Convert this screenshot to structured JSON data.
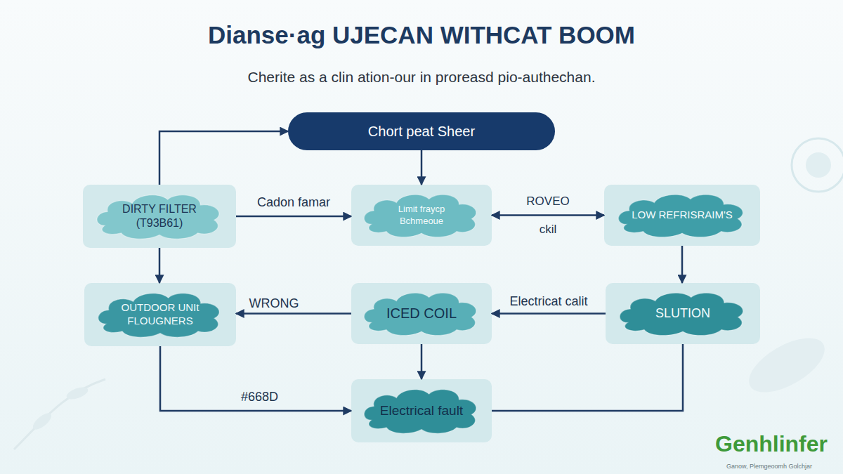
{
  "diagram": {
    "title": "Dianse·ag UJECAN WITHCAT BOOM",
    "caption": "Cherite as a clin ation-our in proreasd pio-authechan.",
    "nodes": [
      {
        "text": [
          "Chort peat Sheer"
        ]
      },
      {
        "text": [
          "DIRTY FILTER (T93B61)"
        ]
      },
      {
        "text": [
          "Limit fraycp Bchmeoue"
        ]
      },
      {
        "text": [
          "LOW REFRISRAIM'S"
        ]
      },
      {
        "text": [
          "OUTDOOR UNIt FLOUGNERS"
        ]
      },
      {
        "text": [
          "ICED COIL"
        ]
      },
      {
        "text": [
          "SLUTION"
        ]
      },
      {
        "text": [
          "Electrical fault"
        ]
      }
    ],
    "edges": [
      {
        "from": 1,
        "to": 0,
        "arrow": "to"
      },
      {
        "from": 1,
        "to": 2,
        "label": "Cadon famar",
        "arrow": "to"
      },
      {
        "from": 2,
        "to": 3,
        "label": "ROVEO ckil",
        "arrow": "both"
      },
      {
        "from": 0,
        "to": 2,
        "arrow": "to"
      },
      {
        "from": 1,
        "to": 4,
        "arrow": "to"
      },
      {
        "from": 3,
        "to": 6,
        "arrow": "to"
      },
      {
        "from": 5,
        "to": 4,
        "label": "WRONG",
        "arrow": "to"
      },
      {
        "from": 6,
        "to": 5,
        "label": "Electricat calit",
        "arrow": "to"
      },
      {
        "from": 5,
        "to": 7,
        "arrow": "to"
      },
      {
        "from": 4,
        "to": 7,
        "label": "#668D",
        "arrow": "to"
      },
      {
        "from": 6,
        "to": 7,
        "arrow": "none"
      }
    ],
    "labels": [
      "Genhlinfer",
      "Ganow, Plemgeoomh Golchjar"
    ]
  }
}
